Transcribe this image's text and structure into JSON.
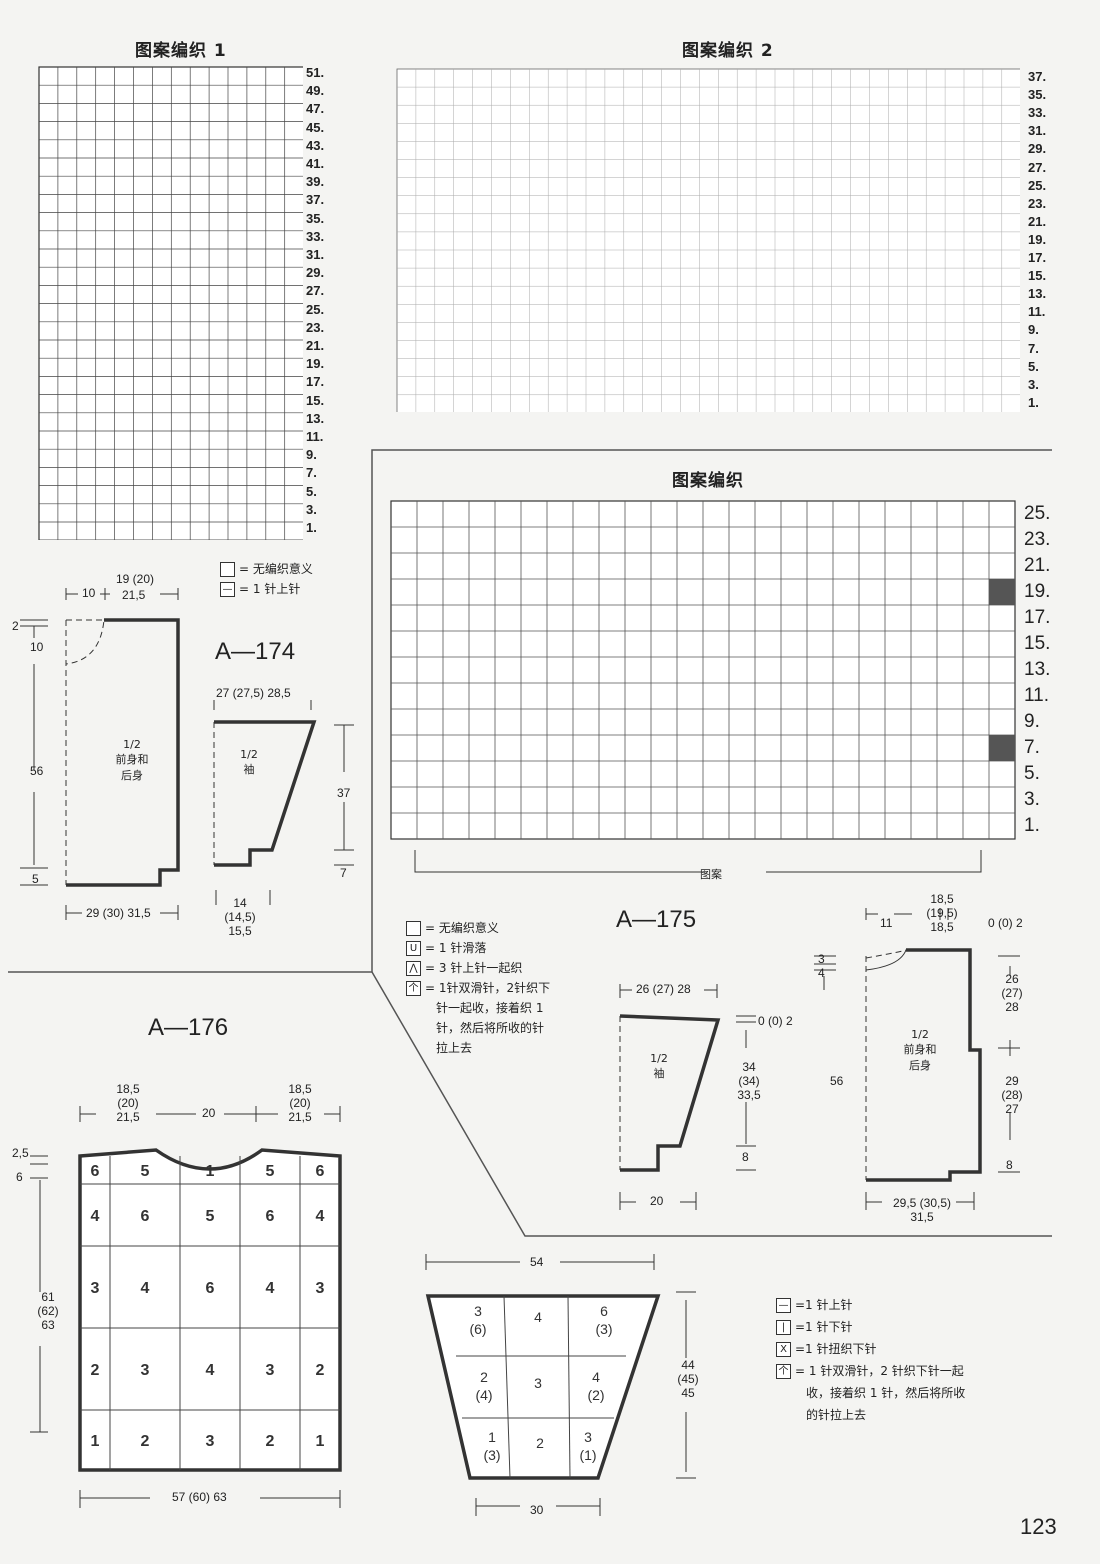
{
  "chart1": {
    "title": "图案编织 1",
    "rows": [
      "51.",
      "49.",
      "47.",
      "45.",
      "43.",
      "41.",
      "39.",
      "37.",
      "35.",
      "33.",
      "31.",
      "29.",
      "27.",
      "25.",
      "23.",
      "21.",
      "19.",
      "17.",
      "15.",
      "13.",
      "11.",
      "9.",
      "7.",
      "5.",
      "3.",
      "1."
    ]
  },
  "chart2": {
    "title": "图案编织 2",
    "rows": [
      "37.",
      "35.",
      "33.",
      "31.",
      "29.",
      "27.",
      "25.",
      "23.",
      "21.",
      "19.",
      "17.",
      "15.",
      "13.",
      "11.",
      "9.",
      "7.",
      "5.",
      "3.",
      "1."
    ]
  },
  "chart3": {
    "title": "图案编织",
    "rows": [
      "25.",
      "23.",
      "21.",
      "19.",
      "17.",
      "15.",
      "13.",
      "11.",
      "9.",
      "7.",
      "5.",
      "3.",
      "1."
    ],
    "bottom_label": "图案"
  },
  "legend1": {
    "blank": "= 无编织意义",
    "purl": "= 1 针上针"
  },
  "a174": {
    "label": "A—174",
    "top_dims": [
      "10",
      "19 (20)",
      "21,5"
    ],
    "left_dims": [
      "2",
      "10",
      "56",
      "5"
    ],
    "body_text": [
      "1/2",
      "前身和",
      "后身"
    ],
    "bottom_dim": "29 (30) 31,5",
    "sleeve_top": "27 (27,5) 28,5",
    "sleeve_text": [
      "1/2",
      "袖"
    ],
    "sleeve_right": [
      "37",
      "7"
    ],
    "sleeve_bottom": [
      "14",
      "(14,5)",
      "15,5"
    ]
  },
  "legend2": {
    "blank": "= 无编织意义",
    "slip": "= 1 针滑落",
    "three": "= 3 针上针一起织",
    "double": [
      "= 1针双滑针，2针织下",
      "针一起收，接着织 1",
      "针，然后将所收的针",
      "拉上去"
    ]
  },
  "a175": {
    "label": "A—175",
    "sleeve_top": "26 (27) 28",
    "sleeve_right": [
      "0 (0) 2",
      "34",
      "(34)",
      "33,5",
      "8"
    ],
    "sleeve_text": [
      "1/2",
      "袖"
    ],
    "sleeve_bottom": "20",
    "body_top": [
      "11",
      "18,5",
      "(19,5)",
      "18,5",
      "0 (0) 2"
    ],
    "body_left": [
      "3",
      "4",
      "56"
    ],
    "body_right": [
      "26",
      "(27)",
      "28",
      "29",
      "(28)",
      "27",
      "8"
    ],
    "body_text": [
      "1/2",
      "前身和",
      "后身"
    ],
    "body_bottom": [
      "29,5 (30,5)",
      "31,5"
    ]
  },
  "a176": {
    "label": "A—176",
    "top_dims": [
      "18,5",
      "(20)",
      "21,5",
      "20",
      "18,5",
      "(20)",
      "21,5"
    ],
    "left_dims": [
      "2,5",
      "6",
      "61",
      "(62)",
      "63"
    ],
    "bottom_dim": "57 (60) 63",
    "grid": [
      [
        "6",
        "5",
        "1",
        "5",
        "6"
      ],
      [
        "4",
        "6",
        "5",
        "6",
        "4"
      ],
      [
        "3",
        "4",
        "6",
        "4",
        "3"
      ],
      [
        "2",
        "3",
        "4",
        "3",
        "2"
      ],
      [
        "1",
        "2",
        "3",
        "2",
        "1"
      ]
    ]
  },
  "sleeve176": {
    "top": "54",
    "right": [
      "44",
      "(45)",
      "45"
    ],
    "bottom": "30",
    "cells": [
      [
        "3",
        "(6)"
      ],
      [
        "4"
      ],
      [
        "6",
        "(3)"
      ],
      [
        "2",
        "(4)"
      ],
      [
        "3"
      ],
      [
        "4",
        "(2)"
      ],
      [
        "1",
        "(3)"
      ],
      [
        "2"
      ],
      [
        "3",
        "(1)"
      ]
    ]
  },
  "legend3": {
    "purl": "=1 针上针",
    "knit": "=1 针下针",
    "twist": "=1 针扭织下针",
    "double": [
      "= 1 针双滑针，2 针织下针一起",
      "收，接着织 1 针，然后将所收",
      "的针拉上去"
    ]
  },
  "page_number": "123"
}
